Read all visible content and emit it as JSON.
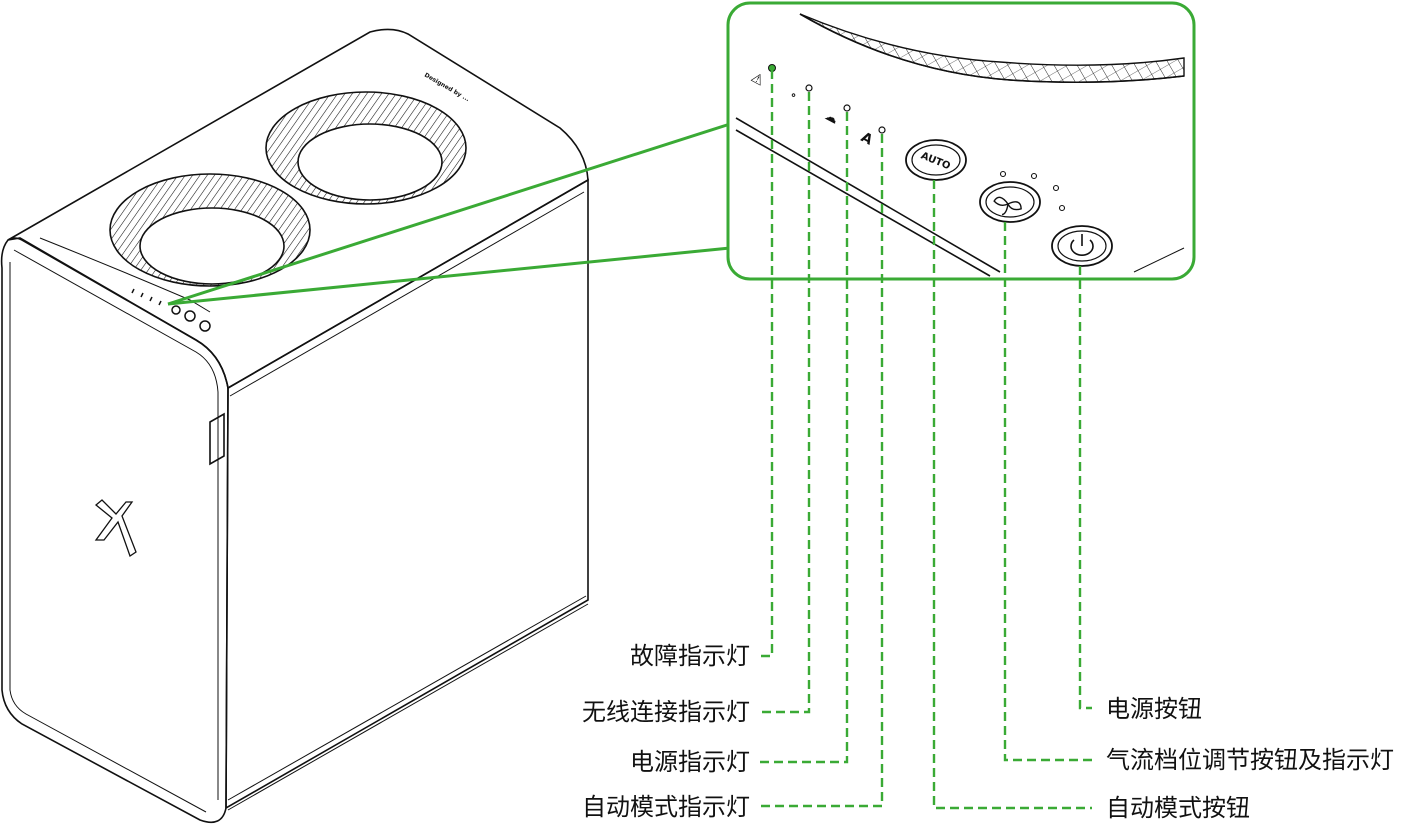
{
  "device": {
    "brand_text": "Designed by ... ",
    "auto_button_text": "AUTO",
    "logo_icon": "x-logo-icon"
  },
  "labels": {
    "fault_indicator": "故障指示灯",
    "wifi_indicator": "无线连接指示灯",
    "power_indicator": "电源指示灯",
    "auto_mode_indicator": "自动模式指示灯",
    "power_button": "电源按钮",
    "airflow_button": "气流档位调节按钮及指示灯",
    "auto_mode_button": "自动模式按钮"
  },
  "colors": {
    "accent": "#3aaa35",
    "ink": "#111111"
  }
}
